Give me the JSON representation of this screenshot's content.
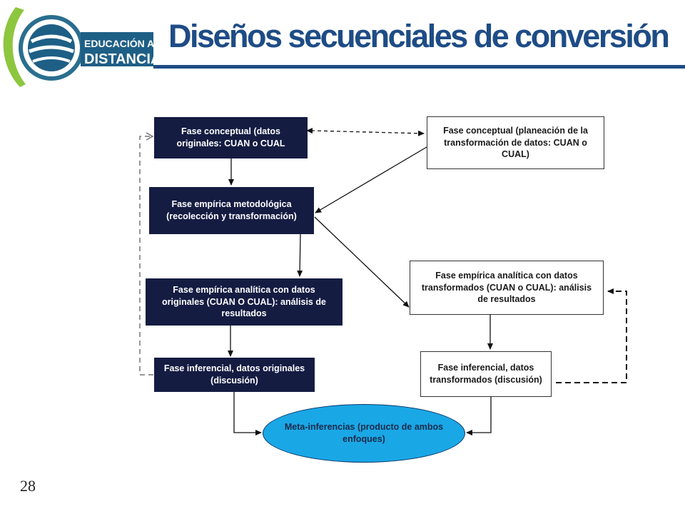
{
  "header": {
    "logo_line1": "EDUCACIÓN A",
    "logo_line2": "DISTANCIA",
    "title": "Diseños secuenciales de conversión"
  },
  "page_number": "28",
  "diagram": {
    "left_column": [
      {
        "id": "conceptual_original",
        "text": "Fase conceptual (datos originales: CUAN o CUAL"
      },
      {
        "id": "empirica_metodologica",
        "text": "Fase empírica metodológica (recolección y transformación)"
      },
      {
        "id": "analitica_original",
        "text": "Fase empírica analítica con datos originales (CUAN O CUAL): análisis de resultados"
      },
      {
        "id": "inferencial_original",
        "text": "Fase inferencial, datos originales (discusión)"
      }
    ],
    "right_column": [
      {
        "id": "conceptual_planeacion",
        "text": "Fase conceptual (planeación de la transformación de datos: CUAN o CUAL)"
      },
      {
        "id": "analitica_transformados",
        "text": "Fase empírica analítica con datos transformados (CUAN o CUAL): análisis de resultados"
      },
      {
        "id": "inferencial_transformados",
        "text": "Fase inferencial, datos transformados (discusión)"
      }
    ],
    "meta": {
      "id": "meta_inferencias",
      "text": "Meta-inferencias (producto de ambos enfoques)"
    }
  },
  "colors": {
    "dark_box": "#141c42",
    "oval": "#1aa7e6",
    "title": "#1e4c86",
    "logo_green": "#8dc63f"
  }
}
